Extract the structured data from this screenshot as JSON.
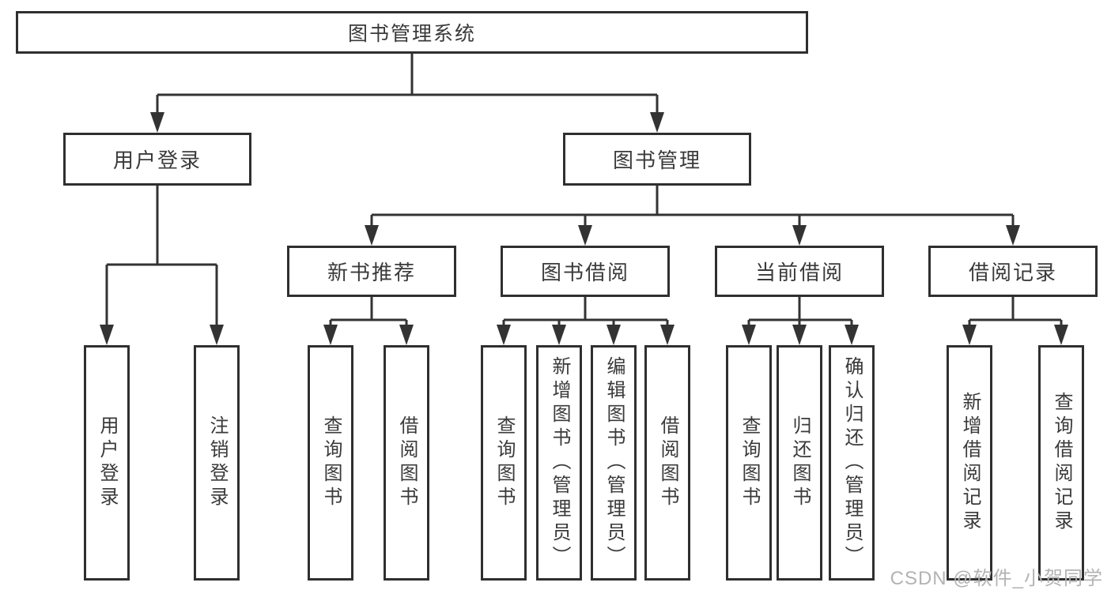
{
  "diagram": {
    "title": "图书管理系统",
    "nodes": {
      "root": {
        "label": "图书管理系统"
      },
      "user_login_group": {
        "label": "用户登录"
      },
      "book_management": {
        "label": "图书管理"
      },
      "new_book_recommend": {
        "label": "新书推荐"
      },
      "book_borrowing": {
        "label": "图书借阅"
      },
      "current_borrowing": {
        "label": "当前借阅"
      },
      "borrowing_records": {
        "label": "借阅记录"
      },
      "user_login": {
        "label": "用户登录"
      },
      "logout_login": {
        "label": "注销登录"
      },
      "recommend_query_books": {
        "label": "查询图书"
      },
      "recommend_borrow_books": {
        "label": "借阅图书"
      },
      "borrowing_query_books": {
        "label": "查询图书"
      },
      "borrowing_add_books": {
        "label": "新增图书（管理员）"
      },
      "borrowing_edit_books": {
        "label": "编辑图书（管理员）"
      },
      "borrowing_borrow_books": {
        "label": "借阅图书"
      },
      "current_query_books": {
        "label": "查询图书"
      },
      "current_return_books": {
        "label": "归还图书"
      },
      "current_confirm_return": {
        "label": "确认归还（管理员）"
      },
      "records_add_record": {
        "label": "新增借阅记录"
      },
      "records_query_record": {
        "label": "查询借阅记录"
      }
    },
    "structure": [
      {
        "parent": "图书管理系统",
        "children": [
          "用户登录",
          "图书管理"
        ]
      },
      {
        "parent": "用户登录",
        "children": [
          "用户登录",
          "注销登录"
        ]
      },
      {
        "parent": "图书管理",
        "children": [
          "新书推荐",
          "图书借阅",
          "当前借阅",
          "借阅记录"
        ]
      },
      {
        "parent": "新书推荐",
        "children": [
          "查询图书",
          "借阅图书"
        ]
      },
      {
        "parent": "图书借阅",
        "children": [
          "查询图书",
          "新增图书（管理员）",
          "编辑图书（管理员）",
          "借阅图书"
        ]
      },
      {
        "parent": "当前借阅",
        "children": [
          "查询图书",
          "归还图书",
          "确认归还（管理员）"
        ]
      },
      {
        "parent": "借阅记录",
        "children": [
          "新增借阅记录",
          "查询借阅记录"
        ]
      }
    ]
  },
  "watermark": {
    "text": "CSDN @软件_小贺同学"
  },
  "colors": {
    "background": "#ffffff",
    "line": "#333333",
    "box_border": "#2f2f2f",
    "text": "#3a3a3a",
    "watermark": "#b3b3b3"
  }
}
